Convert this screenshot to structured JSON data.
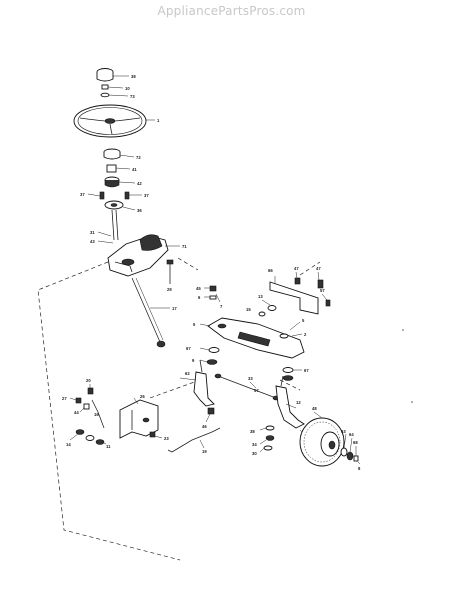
{
  "watermark": "AppliancePartsPros.com",
  "callouts": {
    "c38": "38",
    "c10": "10",
    "c73a": "73",
    "c1": "1",
    "c72": "72",
    "c41": "41",
    "c42": "42",
    "c37a": "37",
    "c37b": "37",
    "c36": "36",
    "c31": "31",
    "c43": "43",
    "c71": "71",
    "c29": "29",
    "c17": "17",
    "c66": "66",
    "c47a": "47",
    "c47b": "47",
    "c57": "57",
    "c45": "45",
    "c6": "6",
    "c13": "13",
    "c15": "15",
    "c7": "7",
    "c5a": "5",
    "c5b": "5",
    "c67a": "67",
    "c67b": "67",
    "c2": "2",
    "c9": "9",
    "c33": "33",
    "c62": "62",
    "c12": "12",
    "c57b": "57",
    "c38b": "38",
    "c34": "34",
    "c30": "30",
    "c26": "26",
    "c46": "46",
    "c19": "19",
    "c23": "23",
    "c20": "20",
    "c27": "27",
    "c44": "44",
    "c16": "16",
    "c14": "14",
    "c11": "11",
    "c63": "63",
    "c64": "64",
    "c68": "68",
    "c48": "48",
    "c8": "8"
  }
}
